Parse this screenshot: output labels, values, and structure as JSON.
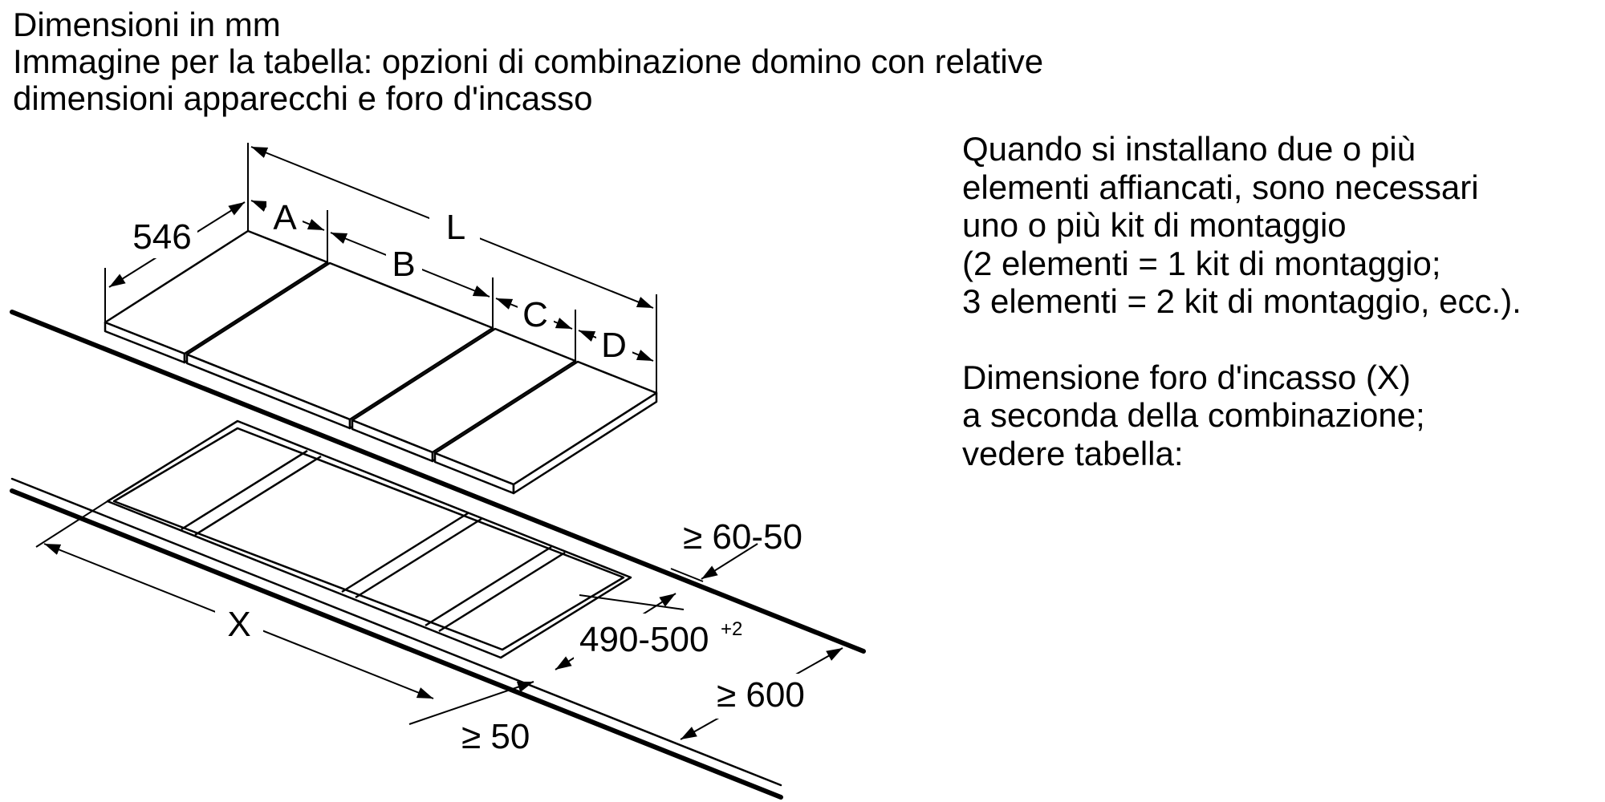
{
  "header": {
    "units": "Dimensioni in mm",
    "caption_line1": "Immagine per la tabella: opzioni di combinazione domino con relative",
    "caption_line2": "dimensioni apparecchi e foro d'incasso"
  },
  "note": {
    "kit_lines": [
      "Quando si installano due o più",
      "elementi affiancati, sono necessari",
      "uno o più kit di montaggio",
      "(2 elementi = 1 kit di montaggio;",
      "3 elementi = 2 kit di montaggio, ecc.)."
    ],
    "cutout_lines": [
      "Dimensione foro d'incasso (X)",
      "a seconda della combinazione;",
      "vedere tabella:"
    ]
  },
  "dimensions": {
    "depth": "546",
    "width_a": "A",
    "width_b": "B",
    "width_c": "C",
    "width_d": "D",
    "total_length": "L",
    "cutout_width": "X",
    "cutout_depth": "490-500",
    "cutout_depth_tolerance": "+2",
    "rear_clearance": "≥ 60-50",
    "front_clearance": "≥ 50",
    "worktop_depth": "≥ 600"
  }
}
